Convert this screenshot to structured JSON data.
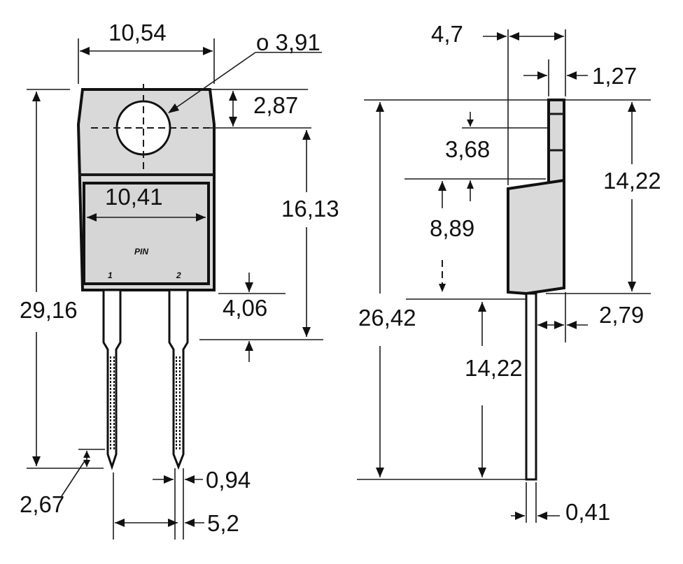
{
  "front_view": {
    "width_top": "10,54",
    "hole_diameter": "o 3,91",
    "hole_offset": "2,87",
    "window_width": "10,41",
    "body_height": "16,13",
    "lead_shoulder": "4,06",
    "total_height": "29,16",
    "lead_tip": "2,67",
    "lead_width": "0,94",
    "lead_pitch": "5,2",
    "pin_text": "PIN",
    "pin1": "1",
    "pin2": "2"
  },
  "side_view": {
    "total_thickness": "4,7",
    "tab_thickness": "1,27",
    "tab_step": "3,68",
    "body_height_right": "14,22",
    "body_section": "8,89",
    "total_height": "26,42",
    "lead_length": "14,22",
    "lead_offset": "2,79",
    "lead_thickness": "0,41"
  }
}
